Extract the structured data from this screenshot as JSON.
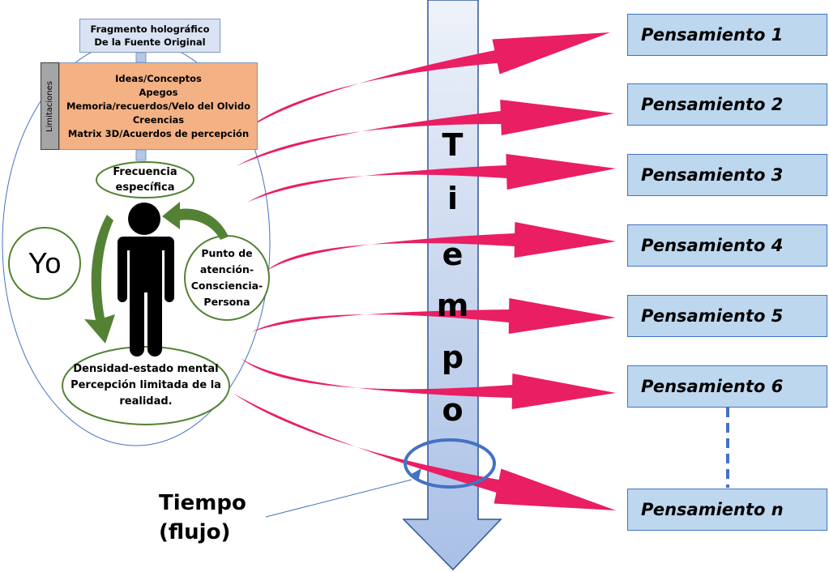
{
  "source_box": {
    "lines": [
      "Fragmento holográfico",
      "De la Fuente Original"
    ]
  },
  "limitations": {
    "side_label": "Limitaciones",
    "items": [
      "Ideas/Conceptos",
      "Apegos",
      "Memoria/recuerdos/Velo del Olvido",
      "Creencias",
      "Matrix 3D/Acuerdos de percepción"
    ]
  },
  "frequency": {
    "lines": [
      "Frecuencia",
      "específica"
    ]
  },
  "self_label": "Yo",
  "attention": {
    "lines": [
      "Punto de",
      "atención-",
      "Consciencia-",
      "Persona"
    ]
  },
  "density": {
    "lines": [
      "Densidad-estado mental",
      "Percepción limitada de la",
      "realidad."
    ]
  },
  "time_column": {
    "letters": [
      "T",
      "i",
      "e",
      "m",
      "p",
      "o"
    ]
  },
  "thoughts": [
    "Pensamiento 1",
    "Pensamiento 2",
    "Pensamiento 3",
    "Pensamiento 4",
    "Pensamiento 5",
    "Pensamiento 6",
    "Pensamiento n"
  ],
  "flow_label": {
    "lines": [
      "Tiempo",
      "(flujo)"
    ]
  },
  "colors": {
    "thought_arrow": "#e91e63",
    "cycle_arrow": "#548235",
    "time_column": "#b4c7e7",
    "time_border": "#2f5597",
    "thought_box": "#bdd7ee",
    "limitations_box": "#f4b183",
    "source_box": "#dae3f3",
    "ring": "#4472c4"
  }
}
